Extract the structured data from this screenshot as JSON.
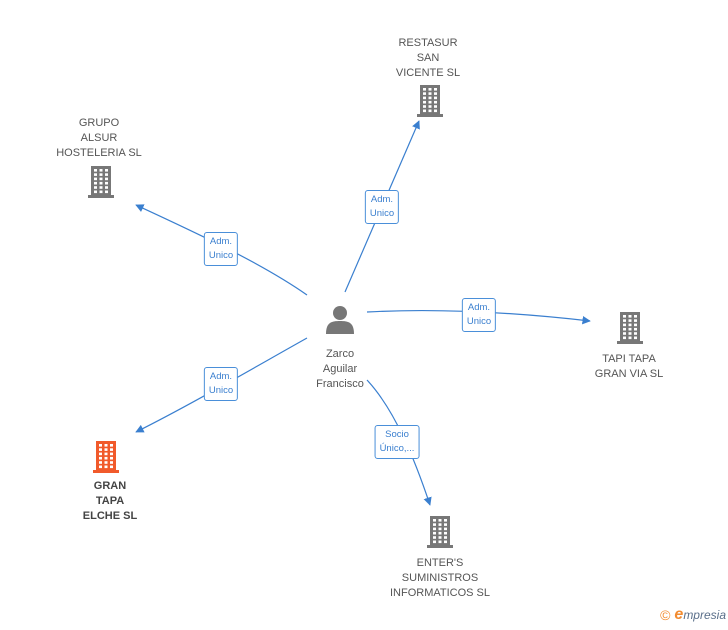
{
  "person": {
    "name": "Zarco\nAguilar\nFrancisco",
    "icon": "person-icon",
    "color": "#777777"
  },
  "companies": [
    {
      "id": "restasur",
      "label": "RESTASUR\nSAN\nVICENTE SL",
      "color": "#777777"
    },
    {
      "id": "grupo-alsur",
      "label": "GRUPO\nALSUR\nHOSTELERIA SL",
      "color": "#777777"
    },
    {
      "id": "tapi-tapa",
      "label": "TAPI TAPA\nGRAN VIA SL",
      "color": "#777777"
    },
    {
      "id": "gran-tapa",
      "label": "GRAN\nTAPA\nELCHE SL",
      "color": "#f15a2b",
      "highlight": true
    },
    {
      "id": "enters",
      "label": "ENTER'S\nSUMINISTROS\nINFORMATICOS SL",
      "color": "#777777"
    }
  ],
  "relations": [
    {
      "to": "restasur",
      "label": "Adm.\nUnico"
    },
    {
      "to": "grupo-alsur",
      "label": "Adm.\nUnico"
    },
    {
      "to": "tapi-tapa",
      "label": "Adm.\nUnico"
    },
    {
      "to": "gran-tapa",
      "label": "Adm.\nUnico"
    },
    {
      "to": "enters",
      "label": "Socio\nÚnico,..."
    }
  ],
  "colors": {
    "edge": "#3a7fcf"
  },
  "footer": {
    "copyright": "©",
    "brand_initial": "e",
    "brand_rest": "mpresia"
  }
}
